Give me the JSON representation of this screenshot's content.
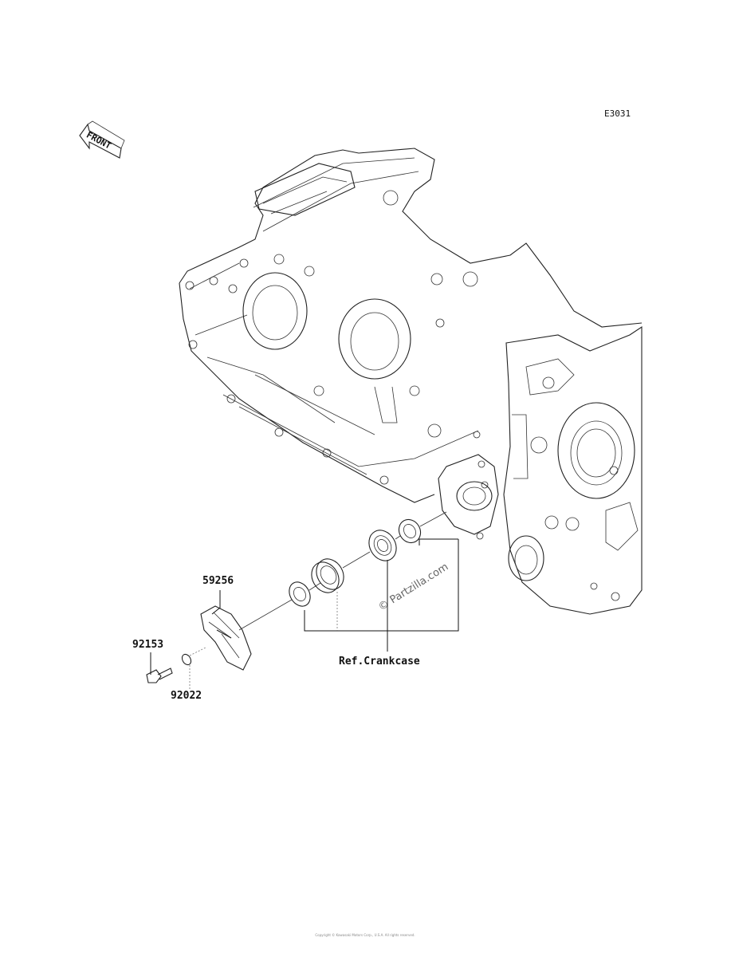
{
  "diagram": {
    "code": "E3031",
    "front_label": "FRONT",
    "parts": [
      {
        "number": "59256"
      },
      {
        "number": "92153"
      },
      {
        "number": "92022"
      }
    ],
    "reference_label": "Ref.Crankcase",
    "watermark": "© Partzilla.com",
    "footer": "Copyright © Kawasaki Motors Corp., U.S.A. All rights reserved."
  }
}
